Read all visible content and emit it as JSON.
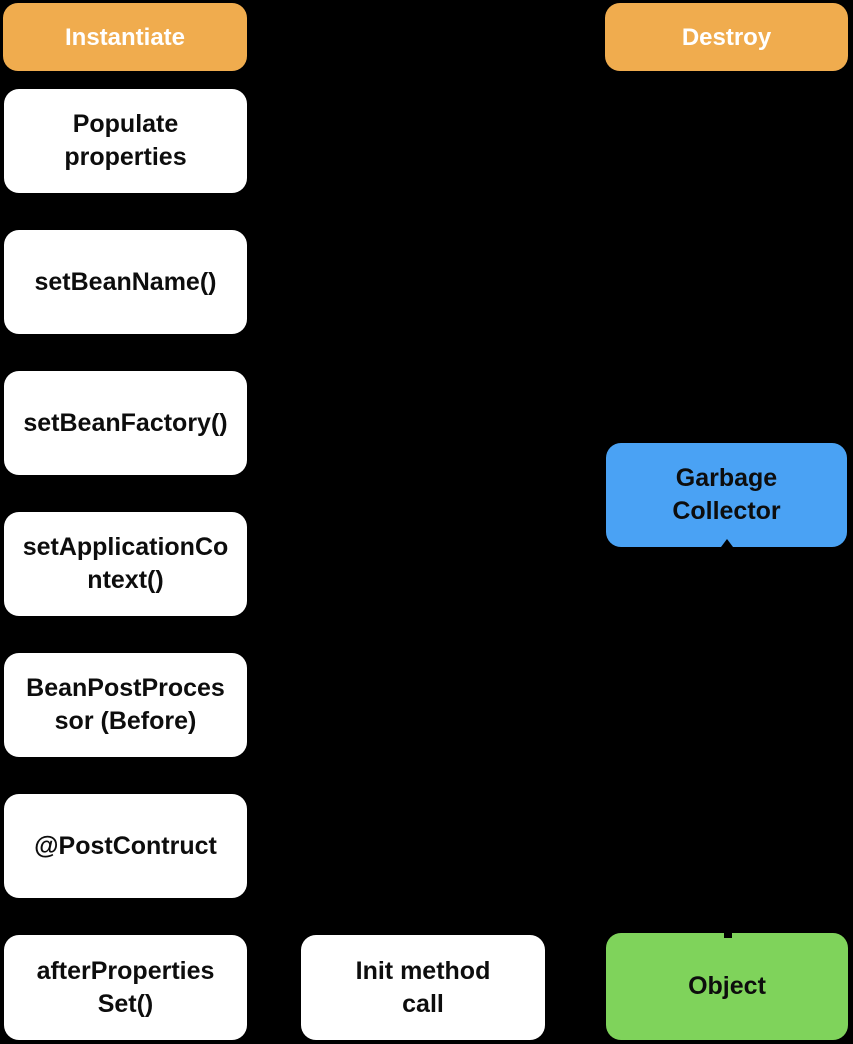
{
  "palette": {
    "background": "#000000",
    "phase_fill": "#F0AC4E",
    "phase_text": "#FFFFFF",
    "step_fill": "#FFFFFF",
    "step_text": "#0D0D0D",
    "collector_fill": "#4AA2F4",
    "object_fill": "#7FD35B"
  },
  "nodes": {
    "instantiate": {
      "label": "Instantiate",
      "type": "phase"
    },
    "destroy": {
      "label": "Destroy",
      "type": "phase"
    },
    "populate_properties": {
      "label": "Populate\nproperties",
      "type": "step"
    },
    "set_bean_name": {
      "label": "setBeanName()",
      "type": "step"
    },
    "set_bean_factory": {
      "label": "setBeanFactory()",
      "type": "step"
    },
    "set_application_context": {
      "label": "setApplicationCo\nntext()",
      "type": "step"
    },
    "bean_post_processor_before": {
      "label": "BeanPostProces\nsor (Before)",
      "type": "step"
    },
    "post_contruct": {
      "label": "@PostContruct",
      "type": "step"
    },
    "after_properties_set": {
      "label": "afterProperties\nSet()",
      "type": "step"
    },
    "init_method_call": {
      "label": "Init method\ncall",
      "type": "step"
    },
    "garbage_collector": {
      "label": "Garbage\nCollector",
      "type": "collector"
    },
    "object": {
      "label": "Object",
      "type": "object"
    }
  }
}
